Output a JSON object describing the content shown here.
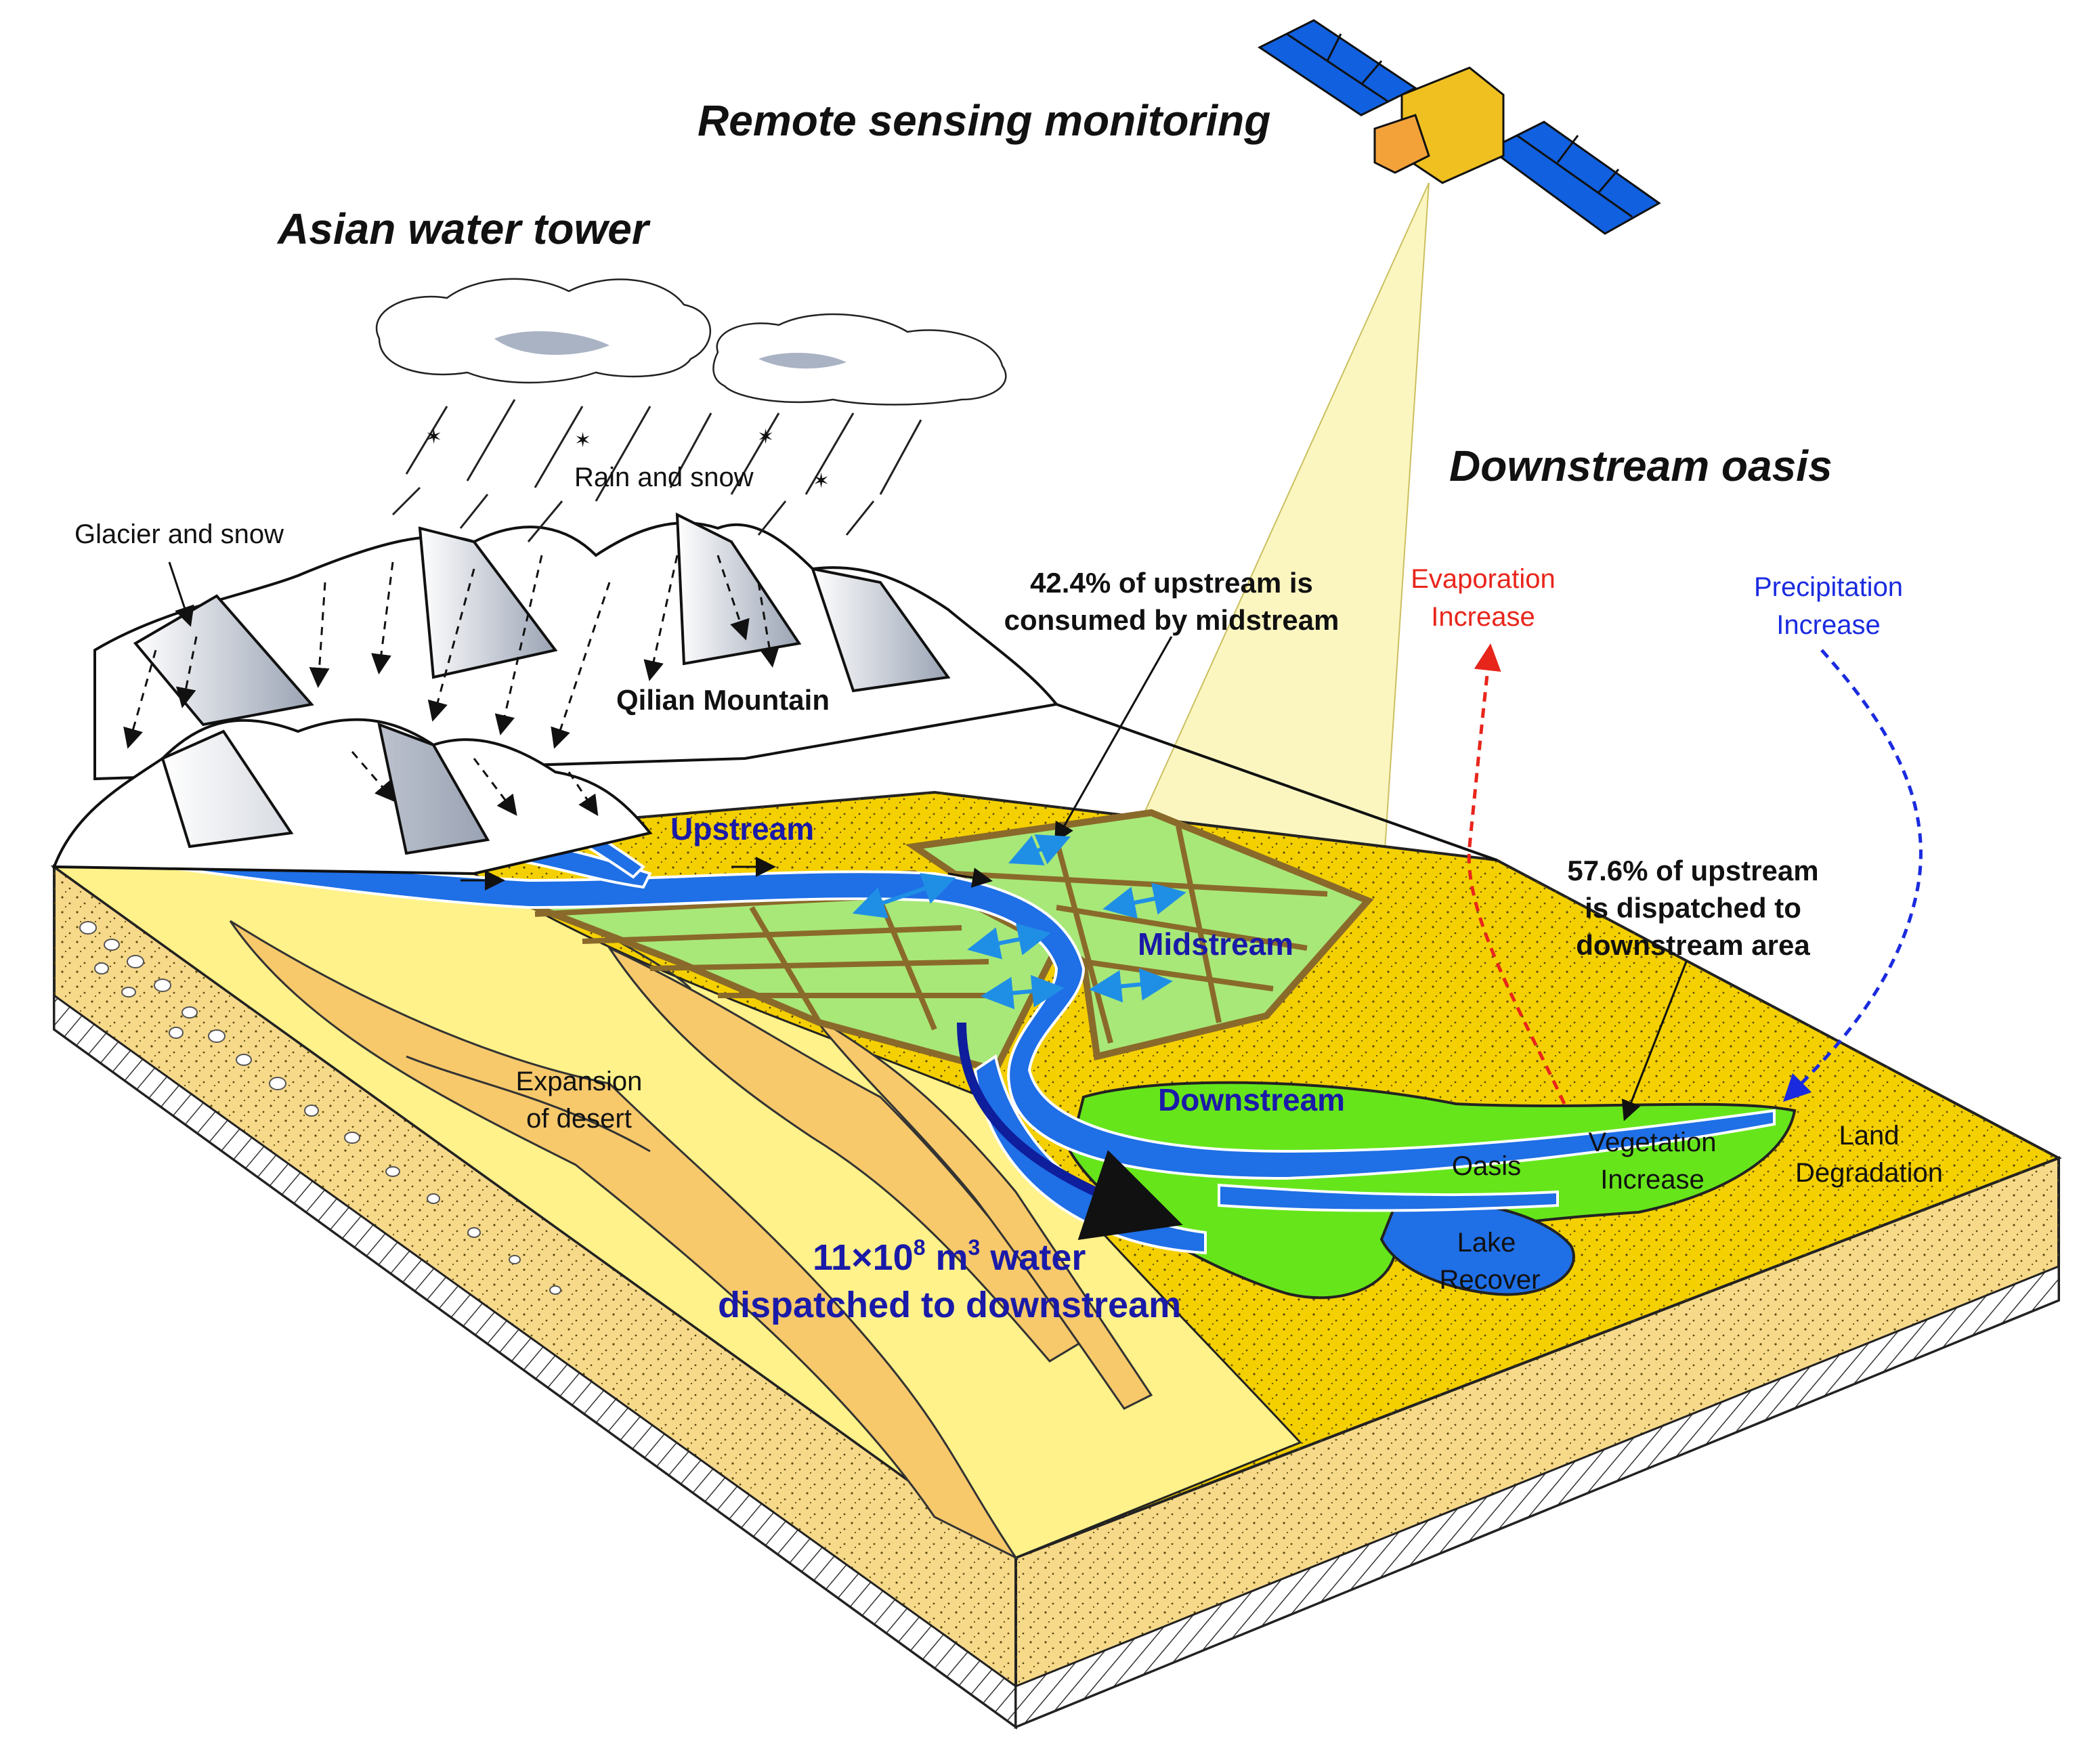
{
  "titles": {
    "remote_sensing": "Remote sensing monitoring",
    "asian_water_tower": "Asian water tower",
    "downstream_oasis": "Downstream oasis"
  },
  "labels": {
    "rain_and_snow": "Rain and snow",
    "glacier_and_snow": "Glacier and snow",
    "qilian_mountain": "Qilian Mountain",
    "upstream": "Upstream",
    "midstream": "Midstream",
    "downstream": "Downstream",
    "consumed_line1": "42.4% of upstream is",
    "consumed_line2": "consumed by midstream",
    "dispatched_line1": "57.6% of upstream",
    "dispatched_line2": "is dispatched to",
    "dispatched_line3": "downstream area",
    "evap_line1": "Evaporation",
    "evap_line2": "Increase",
    "precip_line1": "Precipitation",
    "precip_line2": "Increase",
    "desert_line1": "Expansion",
    "desert_line2": "of desert",
    "oasis": "Oasis",
    "veg_line1": "Vegetation",
    "veg_line2": "Increase",
    "land_line1": "Land",
    "land_line2": "Degradation",
    "lake_line1": "Lake",
    "lake_line2": "Recover",
    "water_line1_a": "11×10",
    "water_line1_sup1": "8",
    "water_line1_b": " m",
    "water_line1_sup2": "3",
    "water_line1_c": " water",
    "water_line2": "dispatched to downstream"
  },
  "colors": {
    "river": "#1f6fe6",
    "river_dark": "#0e1e9c",
    "field": "#a8e878",
    "field_border": "#8a6a2a",
    "oasis": "#66e61a",
    "desert_yellow": "#f4d000",
    "sand_light": "#fff28a",
    "sand_orange": "#f7c96b",
    "evaporation": "#e8251b",
    "precipitation": "#1a2bdf",
    "satellite_body": "#f0c020",
    "satellite_panel": "#1060e0",
    "beam": "#fbf6c0"
  }
}
